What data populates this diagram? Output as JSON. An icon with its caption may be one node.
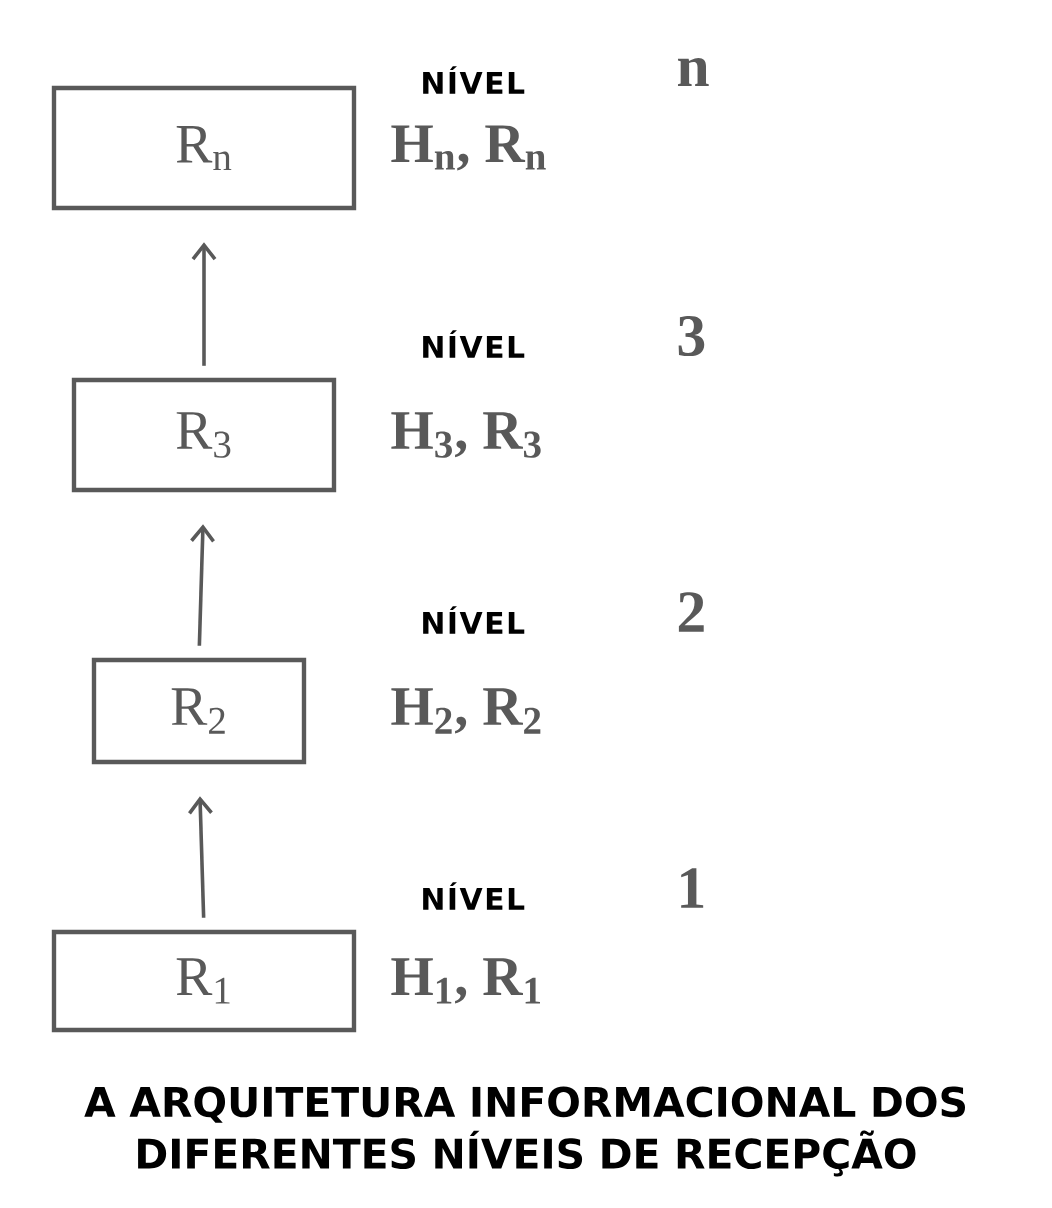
{
  "diagram": {
    "caption": "A ARQUITETURA INFORMACIONAL DOS DIFERENTES NÍVEIS DE RECEPÇÃO",
    "nodes": [
      {
        "text": [
          "R$_{n}$"
        ],
        "beside": [
          "H$_{n}$, R$_{n}$"
        ]
      },
      {
        "text": [
          "R$_{3}$"
        ],
        "beside": [
          "H$_{3}$, R$_{3}$"
        ]
      },
      {
        "text": [
          "R$_{2}$"
        ],
        "beside": [
          "H$_{2}$, R$_{2}$"
        ]
      },
      {
        "text": [
          "R$_{1}$"
        ],
        "beside": [
          "H$_{1}$, R$_{1}$"
        ]
      }
    ],
    "edges": [
      {
        "from": 1,
        "to": 0,
        "arrow": "to"
      },
      {
        "from": 2,
        "to": 1,
        "arrow": "to"
      },
      {
        "from": 3,
        "to": 2,
        "arrow": "to"
      }
    ],
    "labels": [
      "NÍVEL",
      "n",
      "NÍVEL",
      "3",
      "NÍVEL",
      "2",
      "NÍVEL",
      "1"
    ]
  }
}
